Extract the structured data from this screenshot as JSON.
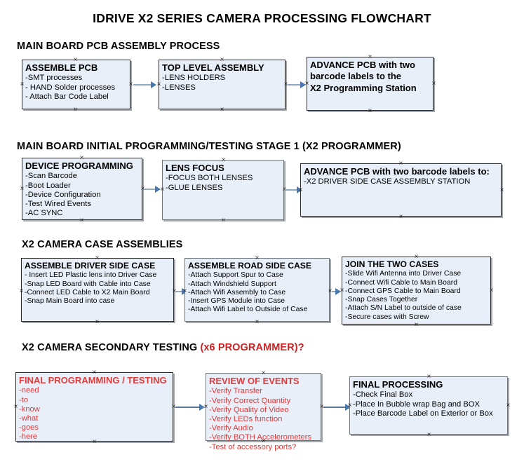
{
  "document": {
    "title": "IDRIVE X2  SERIES CAMERA PROCESSING FLOWCHART"
  },
  "colors": {
    "box_fill": "#e9eff8",
    "box_border": "#2b2b2b",
    "red_text": "#e03b3b",
    "header_red": "#cc2222",
    "connector": "#8fa8c4",
    "arrow": "#4a77ad"
  },
  "sections": [
    {
      "id": "main-board-pcb-assembly",
      "heading": "MAIN BOARD PCB ASSEMBLY PROCESS",
      "heading_suffix": "",
      "boxes": [
        {
          "id": "assemble-pcb",
          "title": "ASSEMBLE PCB",
          "lines": [
            "-SMT processes",
            "- HAND Solder processes",
            "- Attach Bar Code Label"
          ]
        },
        {
          "id": "top-level-assembly",
          "title": "TOP LEVEL ASSEMBLY",
          "lines": [
            "-LENS HOLDERS",
            "-LENSES"
          ]
        },
        {
          "id": "advance-pcb-programming-station",
          "title": "ADVANCE PCB with two",
          "lines": [
            "barcode labels to the",
            " X2 Programming Station"
          ]
        }
      ]
    },
    {
      "id": "main-board-initial-programming",
      "heading": "MAIN BOARD INITIAL PROGRAMMING/TESTING STAGE 1 (X2 PROGRAMMER)",
      "heading_suffix": "",
      "boxes": [
        {
          "id": "device-programming",
          "title": "DEVICE PROGRAMMING",
          "lines": [
            "-Scan Barcode",
            "-Boot Loader",
            "-Device Configuration",
            "-Test Wired Events",
            "-AC SYNC"
          ]
        },
        {
          "id": "lens-focus",
          "title": "LENS FOCUS",
          "lines": [
            "-FOCUS BOTH LENSES",
            "-GLUE LENSES"
          ]
        },
        {
          "id": "advance-pcb-driver-side-case",
          "title": "ADVANCE PCB with two barcode labels to:",
          "lines": [
            "-X2 DRIVER  SIDE  CASE  ASSEMBLY STATION"
          ]
        }
      ]
    },
    {
      "id": "x2-camera-case-assemblies",
      "heading": "X2 CAMERA CASE ASSEMBLIES",
      "heading_suffix": "",
      "boxes": [
        {
          "id": "assemble-driver-side-case",
          "title": "ASSEMBLE DRIVER SIDE CASE",
          "lines": [
            "- Insert LED Plastic lens into Driver Case",
            "-Snap LED Board with Cable into Case",
            "-Connect LED Cable to X2 Main Board",
            "-Snap Main Board into case"
          ]
        },
        {
          "id": "assemble-road-side-case",
          "title": "ASSEMBLE ROAD SIDE CASE",
          "lines": [
            "-Attach Support Spur to Case",
            "-Attach Windshield Support",
            "-Attach Wifi Assembly to Case",
            "-Insert GPS Module into Case",
            "-Attach Wifi Label to Outside of Case"
          ]
        },
        {
          "id": "join-the-two-cases",
          "title": "JOIN THE TWO CASES",
          "lines": [
            "-Slide Wifi Antenna into Driver Case",
            "-Connect Wifi Cable to Main Board",
            "-Connect GPS Cable to Main Board",
            "-Snap Cases Together",
            "-Attach S/N Label to outside of case",
            "-Secure cases with Screw"
          ]
        }
      ]
    },
    {
      "id": "x2-camera-secondary-testing",
      "heading": "X2 CAMERA SECONDARY TESTING ",
      "heading_suffix": "(x6 PROGRAMMER)?",
      "boxes": [
        {
          "id": "final-programming-testing",
          "title": "FINAL PROGRAMMING / TESTING",
          "lines": [
            "-need",
            "-to",
            "-know",
            "-what",
            "-goes",
            "-here"
          ]
        },
        {
          "id": "review-of-events",
          "title": "REVIEW OF EVENTS",
          "lines": [
            "-Verify Transfer",
            "-Verify Correct Quantity",
            "-Verify Quality of Video",
            "-Verify LEDs function",
            "-Verify Audio",
            "-Verify BOTH Accelerometers",
            "-Test of accessory ports?"
          ]
        },
        {
          "id": "final-processing",
          "title": "FINAL PROCESSING",
          "lines": [
            " -Check Final Box",
            "-Place In Bubble wrap Bag and BOX",
            "-Place Barcode Label on Exterior or Box"
          ]
        }
      ]
    }
  ]
}
